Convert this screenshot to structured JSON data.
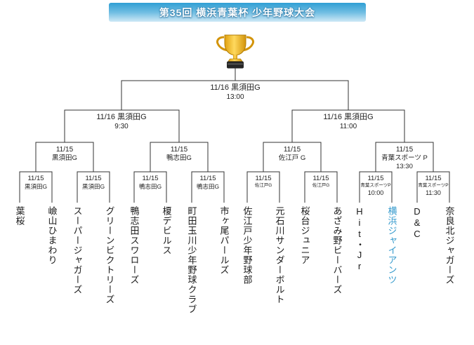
{
  "title": "第35回 横浜青葉杯 少年野球大会",
  "icons": {
    "trophy": "🏆"
  },
  "colors": {
    "banner_top": "#2f9fd4",
    "banner_bottom": "#cfe9f6",
    "line": "#333333",
    "text": "#222222",
    "highlight_team": "#3399cc",
    "trophy_gold": "#f2b322",
    "trophy_base": "#262626"
  },
  "final": {
    "date_venue": "11/16 黒須田G",
    "time": "13:00"
  },
  "semifinals": [
    {
      "date_venue": "11/16 黒須田G",
      "time": "9:30"
    },
    {
      "date_venue": "11/16 黒須田G",
      "time": "11:00"
    }
  ],
  "quarterfinals": [
    {
      "date": "11/15",
      "venue": "黒須田G"
    },
    {
      "date": "11/15",
      "venue": "鴨志田G"
    },
    {
      "date": "11/15",
      "venue": "佐江戸 G"
    },
    {
      "date": "11/15",
      "venue": "青葉スポーツ P",
      "time": "13:30"
    }
  ],
  "round_of_16": [
    {
      "date": "11/15",
      "venue": "黒須田G"
    },
    {
      "date": "11/15",
      "venue": "黒須田G"
    },
    {
      "date": "11/15",
      "venue": "鴨志田G"
    },
    {
      "date": "11/15",
      "venue": "鴨志田G"
    },
    {
      "date": "11/15",
      "venue": "佐江戸G"
    },
    {
      "date": "11/15",
      "venue": "佐江戸G"
    },
    {
      "date": "11/15",
      "venue": "青葉スポーツP",
      "time": "10:00"
    },
    {
      "date": "11/15",
      "venue": "青葉スポーツP",
      "time": "11:30"
    }
  ],
  "teams": [
    {
      "name": "葉桜",
      "highlight": false
    },
    {
      "name": "嶮山ひまわり",
      "highlight": false
    },
    {
      "name": "スーパージャガーズ",
      "highlight": false
    },
    {
      "name": "グリーンビクトリーズ",
      "highlight": false
    },
    {
      "name": "鴨志田スワローズ",
      "highlight": false
    },
    {
      "name": "榎デビルス",
      "highlight": false
    },
    {
      "name": "町田玉川少年野球クラブ",
      "highlight": false
    },
    {
      "name": "市ヶ尾パールズ",
      "highlight": false
    },
    {
      "name": "佐江戸少年野球部",
      "highlight": false
    },
    {
      "name": "元石川サンダーボルト",
      "highlight": false
    },
    {
      "name": "桜台ジュニア",
      "highlight": false
    },
    {
      "name": "あざみ野ビーバーズ",
      "highlight": false
    },
    {
      "name": "Hit・Jr",
      "highlight": false
    },
    {
      "name": "横浜ジャイアンツ",
      "highlight": true
    },
    {
      "name": "D&C",
      "highlight": false
    },
    {
      "name": "奈良北ジャガーズ",
      "highlight": false
    }
  ]
}
